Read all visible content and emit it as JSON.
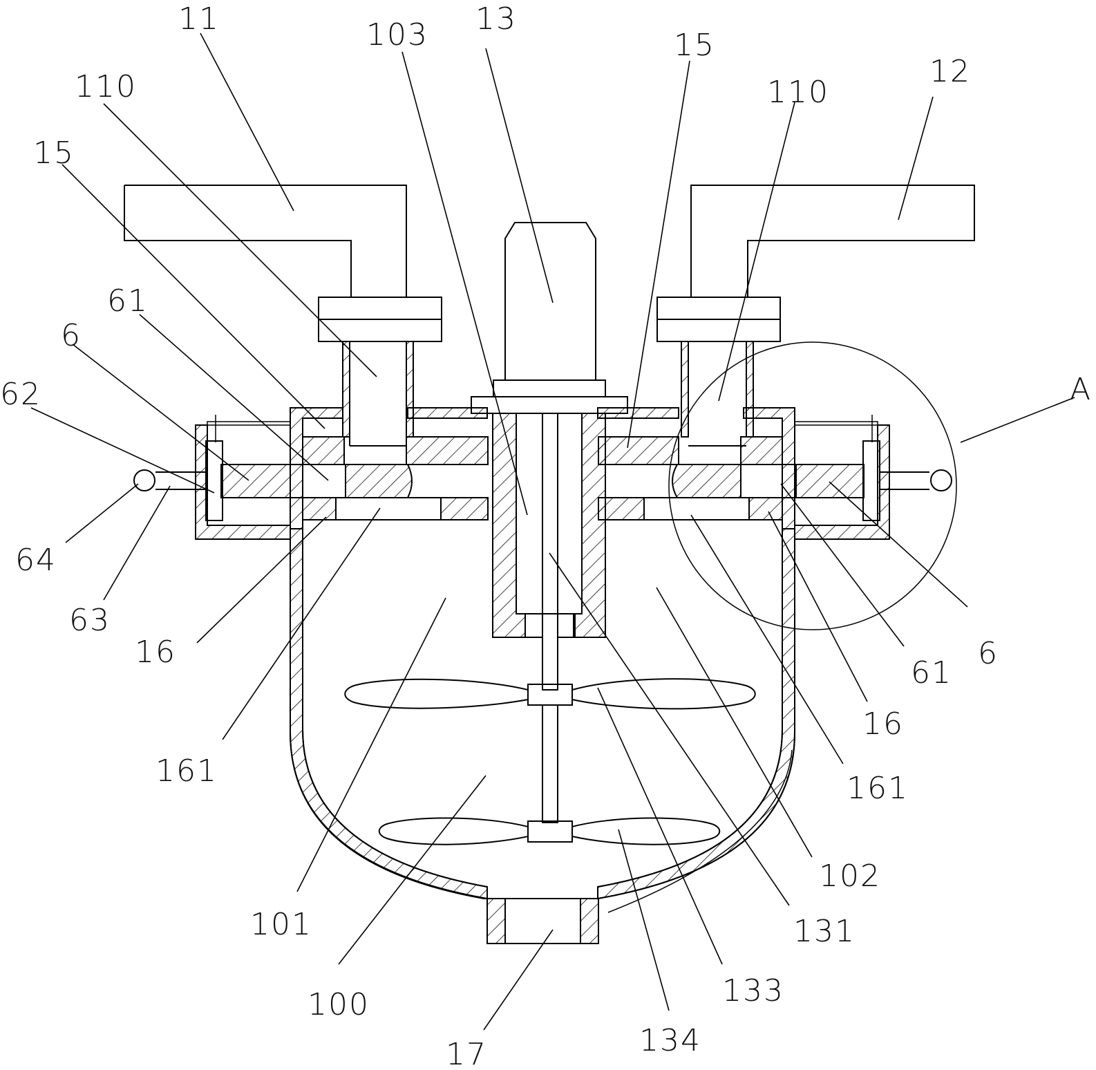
{
  "diagram": {
    "line_color": "#000000",
    "background": "#ffffff",
    "labels": [
      {
        "id": "l11",
        "text": "11"
      },
      {
        "id": "l103",
        "text": "103"
      },
      {
        "id": "l13",
        "text": "13"
      },
      {
        "id": "l15r",
        "text": "15"
      },
      {
        "id": "l12",
        "text": "12"
      },
      {
        "id": "l110l",
        "text": "110"
      },
      {
        "id": "l110r",
        "text": "110"
      },
      {
        "id": "l15l",
        "text": "15"
      },
      {
        "id": "l61l",
        "text": "61"
      },
      {
        "id": "l6l",
        "text": "6"
      },
      {
        "id": "l62",
        "text": "62"
      },
      {
        "id": "lA",
        "text": "A"
      },
      {
        "id": "l64",
        "text": "64"
      },
      {
        "id": "l63",
        "text": "63"
      },
      {
        "id": "l16l",
        "text": "16"
      },
      {
        "id": "l161l",
        "text": "161"
      },
      {
        "id": "l101",
        "text": "101"
      },
      {
        "id": "l100",
        "text": "100"
      },
      {
        "id": "l17",
        "text": "17"
      },
      {
        "id": "l134",
        "text": "134"
      },
      {
        "id": "l133",
        "text": "133"
      },
      {
        "id": "l131",
        "text": "131"
      },
      {
        "id": "l102",
        "text": "102"
      },
      {
        "id": "l161r",
        "text": "161"
      },
      {
        "id": "l16r",
        "text": "16"
      },
      {
        "id": "l61r",
        "text": "61"
      },
      {
        "id": "l6r",
        "text": "6"
      }
    ]
  }
}
